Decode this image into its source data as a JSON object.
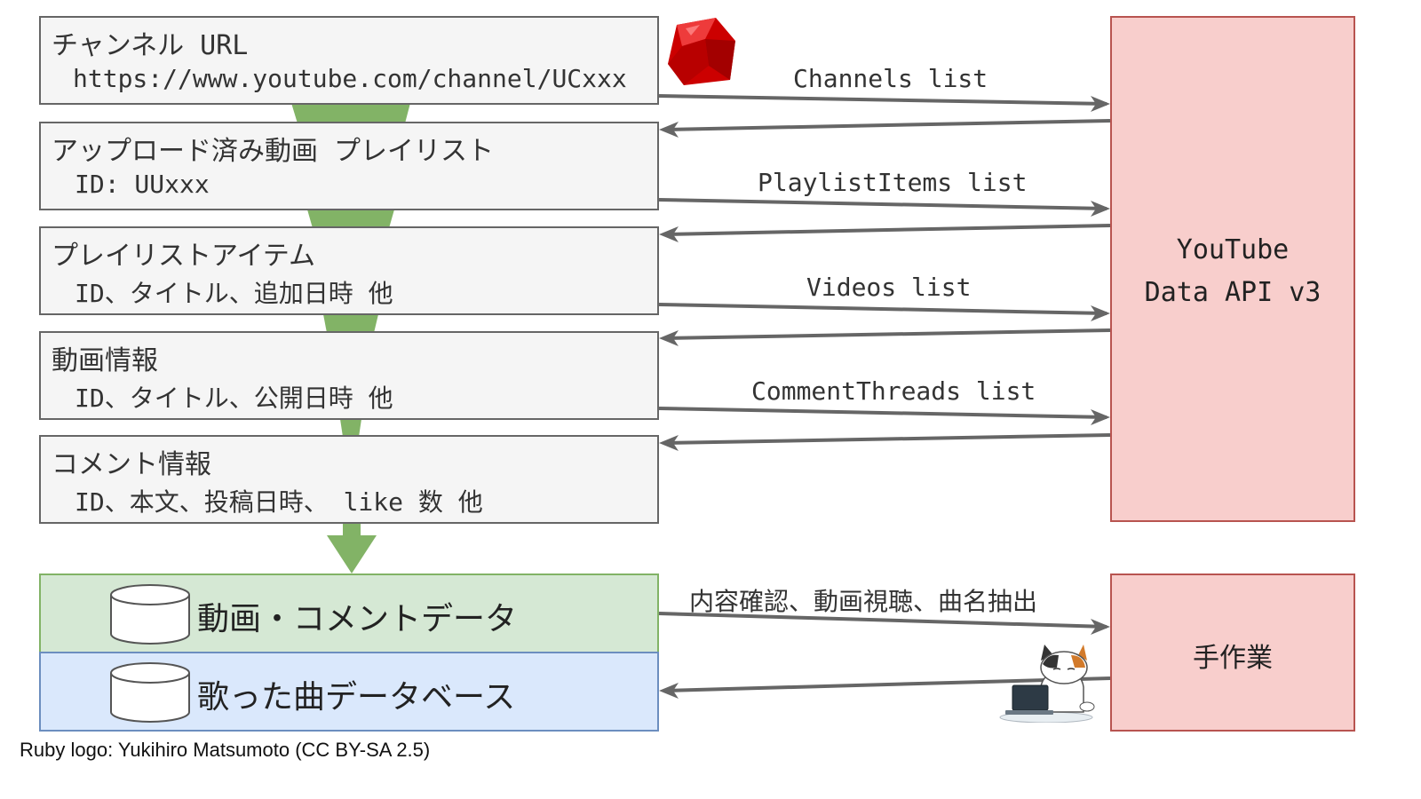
{
  "steps": [
    {
      "title": "チャンネル URL",
      "detail": "https://www.youtube.com/channel/UCxxx"
    },
    {
      "title": "アップロード済み動画 プレイリスト",
      "detail": "ID: UUxxx"
    },
    {
      "title": "プレイリストアイテム",
      "detail": "ID、タイトル、追加日時 他"
    },
    {
      "title": "動画情報",
      "detail": "ID、タイトル、公開日時 他"
    },
    {
      "title": "コメント情報",
      "detail": "ID、本文、投稿日時、 like 数 他"
    }
  ],
  "api": {
    "line1": "YouTube",
    "line2": "Data API v3"
  },
  "calls": [
    "Channels list",
    "PlaylistItems list",
    "Videos list",
    "CommentThreads list"
  ],
  "manual": {
    "label": "手作業",
    "call": "内容確認、動画視聴、曲名抽出"
  },
  "databases": [
    {
      "label": "動画・コメントデータ"
    },
    {
      "label": "歌った曲データベース"
    }
  ],
  "credit": "Ruby logo: Yukihiro Matsumoto (CC BY-SA 2.5)",
  "colors": {
    "step_fill": "#f5f5f5",
    "step_border": "#666666",
    "api_fill": "#f8cecc",
    "api_border": "#b85450",
    "db1_fill": "#d5e8d4",
    "db1_border": "#82b366",
    "db2_fill": "#dae8fc",
    "db2_border": "#6c8ebf",
    "flow_green": "#82b366",
    "arrow_gray": "#666666",
    "ruby_red": "#cc0000"
  },
  "icons": [
    "ruby-logo-icon",
    "cat-at-laptop-icon",
    "database-cylinder-icon"
  ]
}
